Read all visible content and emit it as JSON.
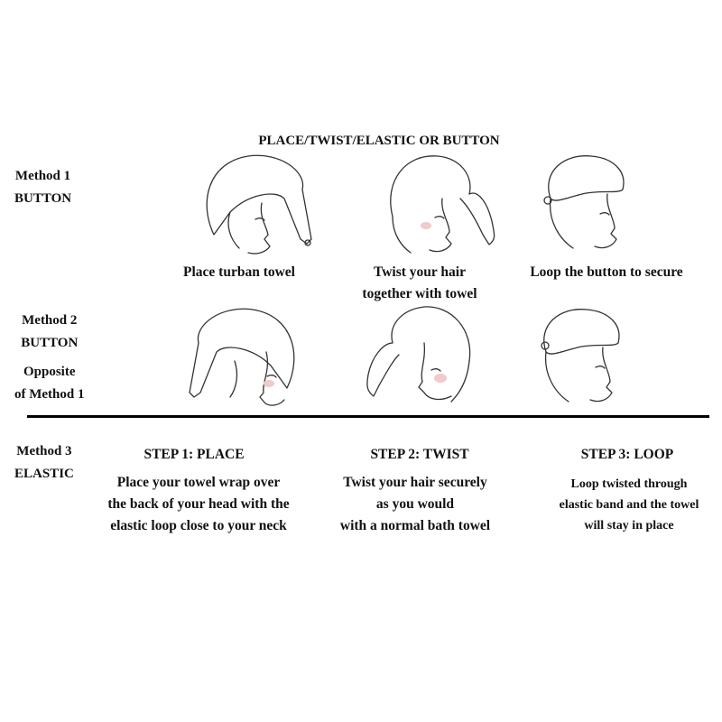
{
  "title": "PLACE/TWIST/ELASTIC OR BUTTON",
  "method1": {
    "line1": "Method 1",
    "line2": "BUTTON"
  },
  "method2": {
    "line1": "Method 2",
    "line2": "BUTTON",
    "note1": "Opposite",
    "note2": "of Method 1"
  },
  "method3": {
    "line1": "Method 3",
    "line2": "ELASTIC"
  },
  "row1_captions": {
    "step1": "Place turban towel",
    "step2_line1": "Twist your hair",
    "step2_line2": "together with towel",
    "step3": "Loop the button to secure"
  },
  "steps": [
    {
      "title": "STEP 1:  PLACE",
      "lines": [
        "Place your towel wrap over",
        "the back of your head with the",
        "elastic loop close to your neck"
      ]
    },
    {
      "title": "STEP 2:  TWIST",
      "lines": [
        "Twist your hair securely",
        "as you would",
        "with a normal bath towel"
      ]
    },
    {
      "title": "STEP 3:  LOOP",
      "lines": [
        "Loop twisted through",
        "elastic band and the towel",
        "will stay in place"
      ]
    }
  ],
  "colors": {
    "text": "#111111",
    "cheek": "#f2c9cc"
  }
}
